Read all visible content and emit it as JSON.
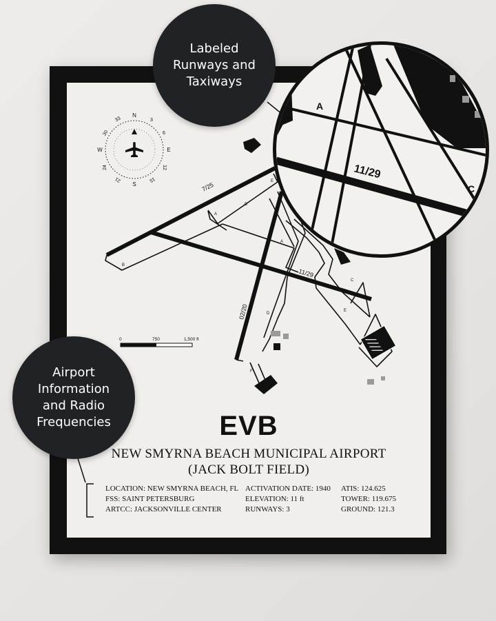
{
  "callouts": {
    "top": "Labeled\nRunways and\nTaxiways",
    "left": "Airport\nInformation\nand Radio\nFrequencies"
  },
  "compass": {
    "n": "N",
    "s": "S",
    "e": "E",
    "w": "W",
    "t3": "3",
    "t6": "6",
    "t12": "12",
    "t15": "15",
    "t21": "21",
    "t24": "24",
    "t30": "30",
    "t33": "33"
  },
  "map_labels": {
    "runway_7_25": "7/25",
    "runway_11_29": "11/29",
    "runway_02_20": "02/20",
    "taxiway_a": "A",
    "taxiway_b": "B",
    "taxiway_b2": "B",
    "taxiway_c": "C",
    "taxiway_d": "D",
    "taxiway_e": "E",
    "taxiway_e2": "E",
    "taxiway_a2": "A",
    "taxiway_f": "F"
  },
  "zoom_labels": {
    "a": "A",
    "runway": "11/29",
    "c": "C"
  },
  "scale": {
    "zero": "0",
    "mid": "750",
    "end": "1,500 ft"
  },
  "airport": {
    "code": "EVB",
    "name_line1": "NEW SMYRNA BEACH MUNICIPAL AIRPORT",
    "name_line2": "(JACK BOLT FIELD)"
  },
  "info": {
    "location": "LOCATION: NEW SMYRNA BEACH, FL",
    "fss": "FSS: SAINT PETERSBURG",
    "artcc": "ARTCC: JACKSONVILLE CENTER",
    "activation": "ACTIVATION DATE: 1940",
    "elevation": "ELEVATION: 11 ft",
    "runways": "RUNWAYS: 3",
    "atis": "ATIS: 124.625",
    "tower": "TOWER: 119.675",
    "ground": "GROUND: 121.3"
  }
}
